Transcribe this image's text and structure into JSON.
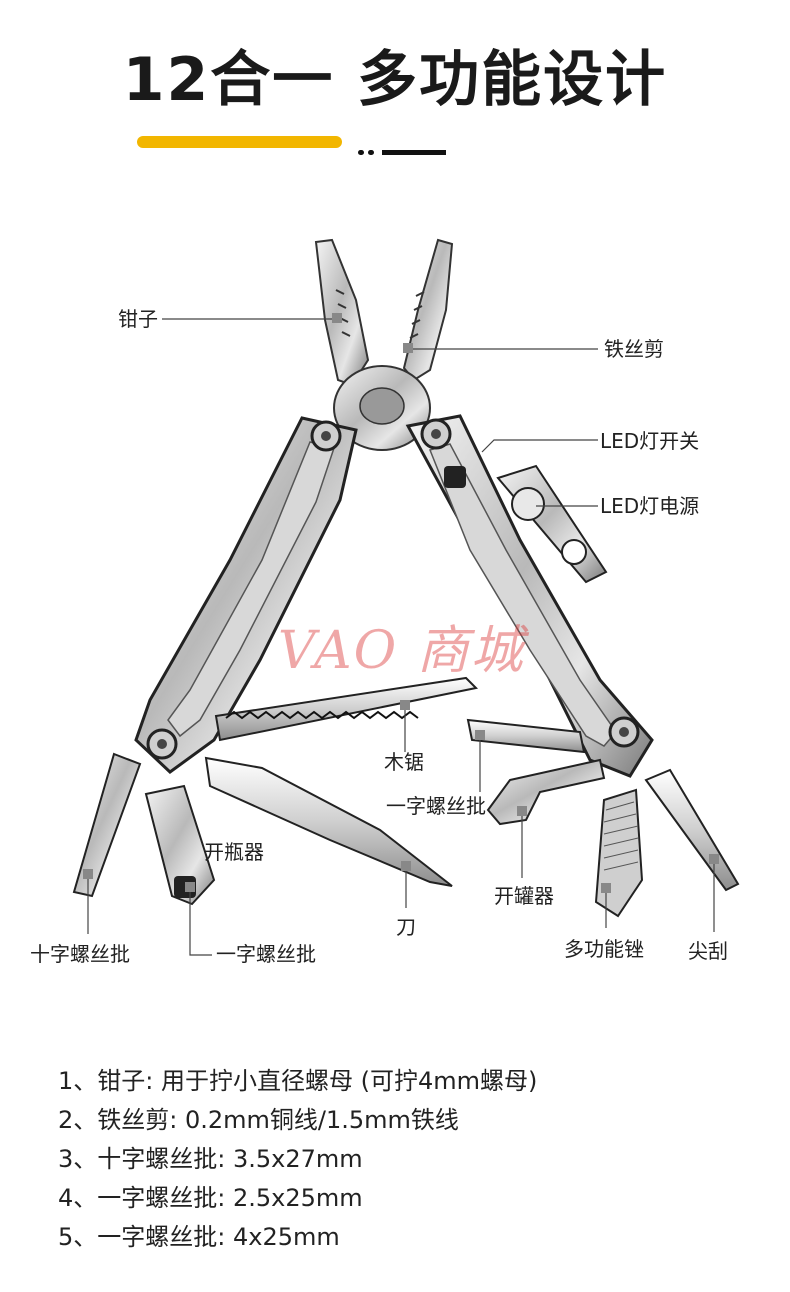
{
  "title": {
    "highlight": "12合一",
    "rest": " 多功能设计"
  },
  "watermark": "VAO 商城",
  "labels": {
    "pliers": "钳子",
    "wire_cutter": "铁丝剪",
    "led_switch": "LED灯开关",
    "led_power": "LED灯电源",
    "saw": "木锯",
    "flat_driver_mid": "一字螺丝批",
    "bottle_opener": "开瓶器",
    "can_opener": "开罐器",
    "knife": "刀",
    "multi_file": "多功能锉",
    "phillips_driver": "十字螺丝批",
    "flat_driver_left": "一字螺丝批",
    "pointed_scraper": "尖刮"
  },
  "specs": [
    "1、钳子: 用于拧小直径螺母 (可拧4mm螺母)",
    "2、铁丝剪: 0.2mm铜线/1.5mm铁线",
    "3、十字螺丝批: 3.5x27mm",
    "4、一字螺丝批: 2.5x25mm",
    "5、一字螺丝批: 4x25mm"
  ]
}
